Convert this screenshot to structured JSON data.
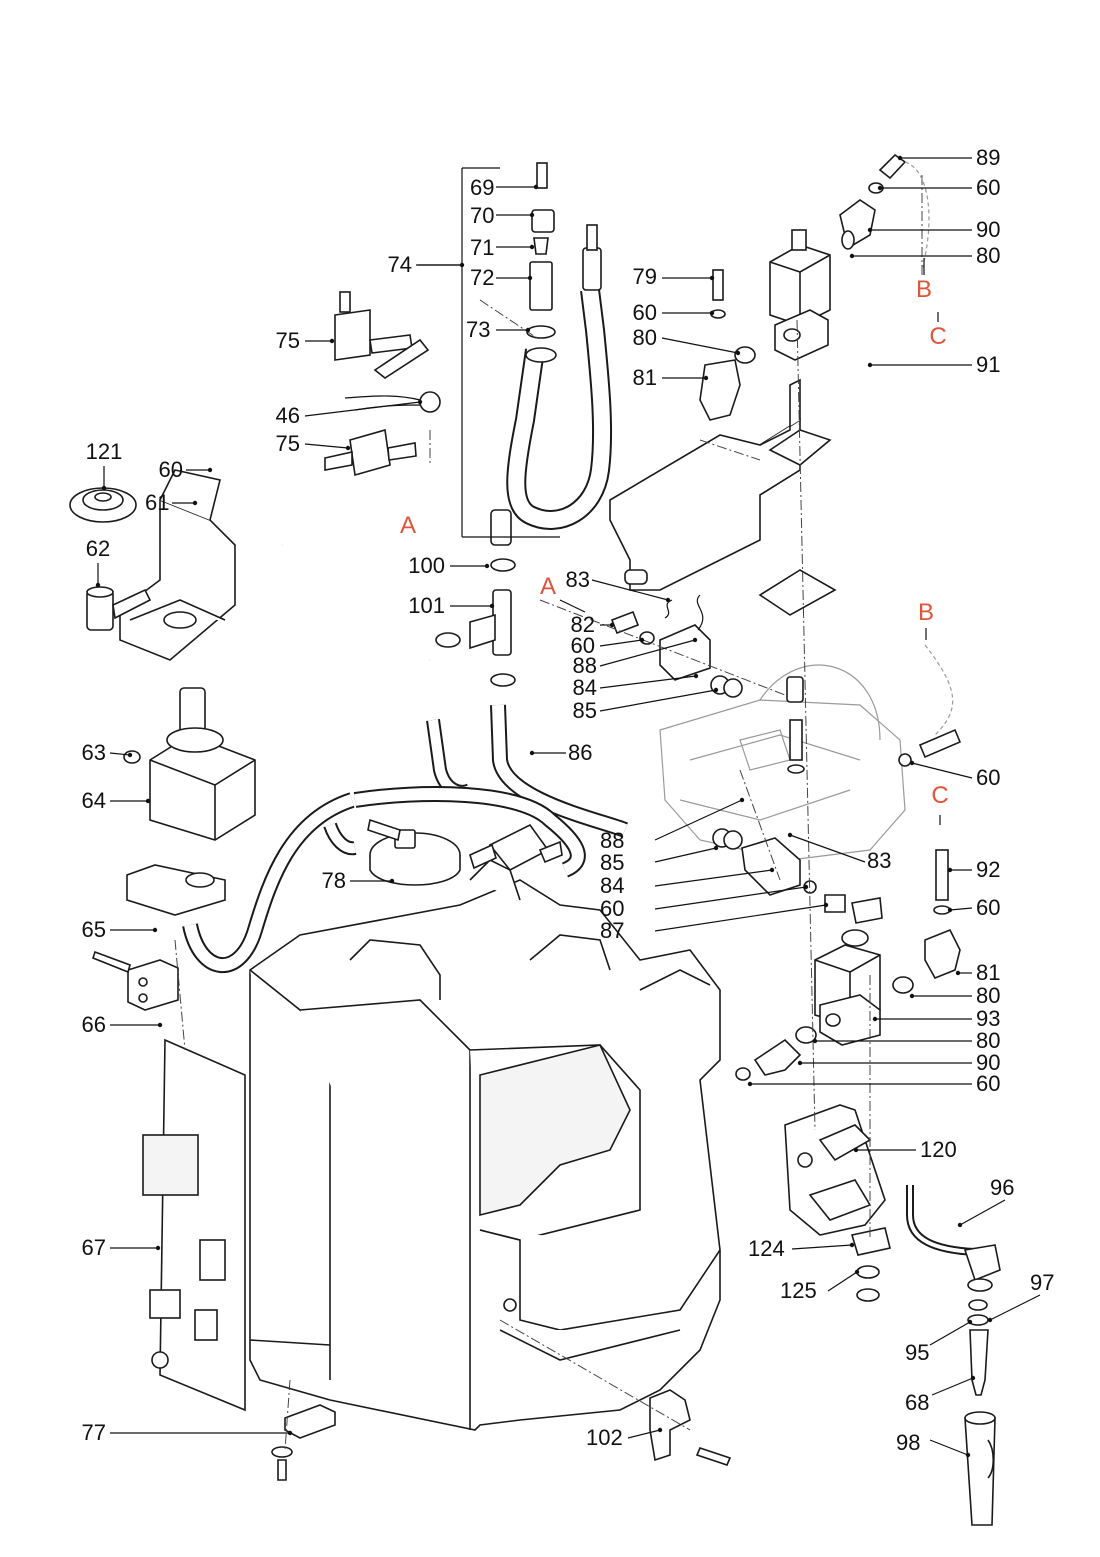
{
  "colors": {
    "line": "#1a1a1a",
    "marker": "#e0543a",
    "ghost": "#9a9a9a"
  },
  "markers": [
    "A",
    "A",
    "B",
    "B",
    "C",
    "C"
  ],
  "callouts": [
    "69",
    "70",
    "71",
    "72",
    "73",
    "74",
    "75",
    "46",
    "75",
    "121",
    "60",
    "61",
    "62",
    "63",
    "64",
    "65",
    "66",
    "67",
    "77",
    "78",
    "100",
    "101",
    "86",
    "79",
    "60",
    "80",
    "81",
    "82",
    "60",
    "83",
    "88",
    "84",
    "85",
    "88",
    "85",
    "84",
    "60",
    "87",
    "83",
    "89",
    "60",
    "90",
    "80",
    "91",
    "60",
    "92",
    "60",
    "81",
    "80",
    "93",
    "80",
    "90",
    "60",
    "120",
    "96",
    "97",
    "95",
    "68",
    "124",
    "125",
    "98",
    "102"
  ]
}
